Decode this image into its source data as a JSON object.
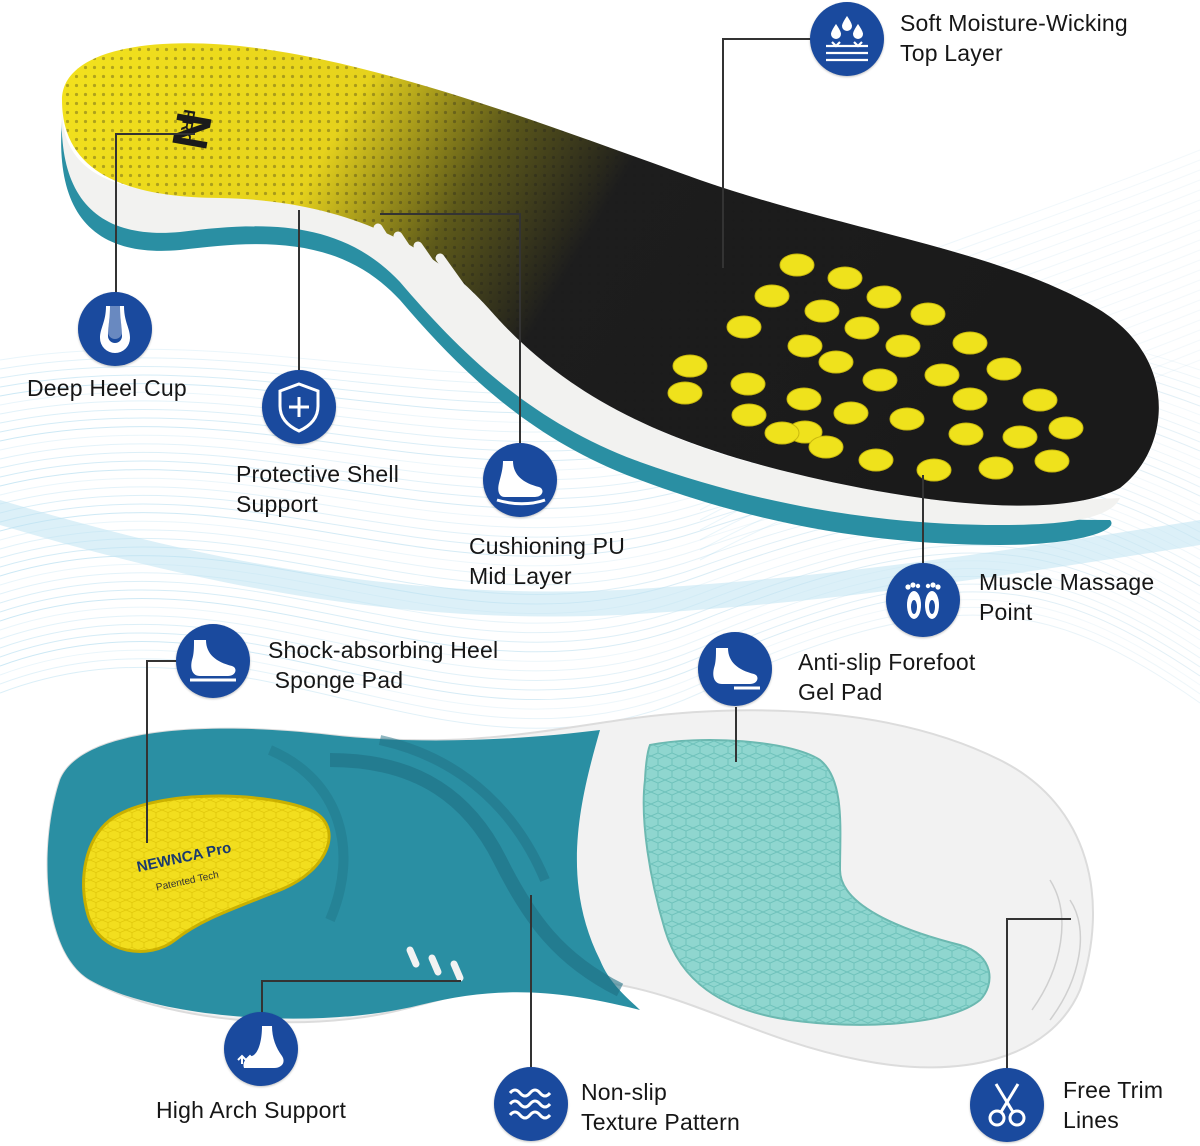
{
  "colors": {
    "brand_blue": "#1a4a9e",
    "yellow": "#f2de1e",
    "teal": "#2a8fa3",
    "gel": "#8fd6cf",
    "top_black": "#1c1c1c"
  },
  "features": {
    "moisture": {
      "line1": "Soft Moisture-Wicking",
      "line2": "Top Layer",
      "icon": "water-drops-icon"
    },
    "heel_cup": {
      "line1": "Deep Heel Cup",
      "icon": "heel-cup-icon"
    },
    "shell": {
      "line1": "Protective Shell",
      "line2": "Support",
      "icon": "shield-icon"
    },
    "cushion": {
      "line1": "Cushioning PU",
      "line2": "Mid Layer",
      "icon": "foot-cushion-icon"
    },
    "massage": {
      "line1": "Muscle Massage",
      "line2": "Point",
      "icon": "footprints-icon"
    },
    "shock": {
      "line1": "Shock-absorbing Heel",
      "line2": " Sponge Pad",
      "icon": "heel-pad-icon"
    },
    "antislip": {
      "line1": "Anti-slip Forefoot",
      "line2": "Gel Pad",
      "icon": "forefoot-icon"
    },
    "arch": {
      "line1": "High Arch Support",
      "icon": "arch-support-icon"
    },
    "texture": {
      "line1": "Non-slip",
      "line2": "Texture Pattern",
      "icon": "waves-icon"
    },
    "trim": {
      "line1": "Free Trim",
      "line2": "Lines",
      "icon": "scissors-icon"
    }
  },
  "product": {
    "top_logo": "N PRO",
    "heel_brand": "NEWNCA Pro",
    "heel_sub": "Patented Tech"
  }
}
